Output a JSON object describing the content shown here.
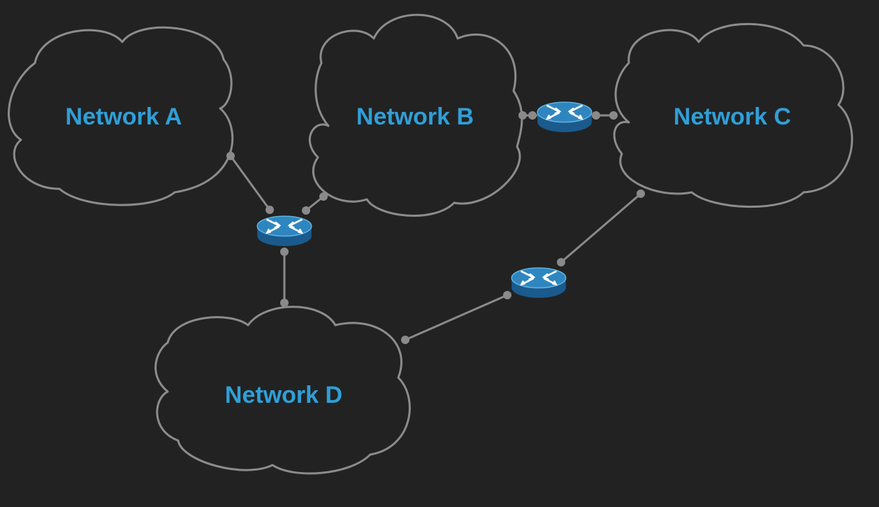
{
  "colors": {
    "background": "#222222",
    "cloud_stroke": "#8c8c8c",
    "link": "#8a8a8a",
    "label": "#2f9fd8",
    "router_top": "#2f86bf",
    "router_side": "#1a5a8c",
    "router_rim": "#5fb2e0",
    "router_arrows": "#ffffff"
  },
  "networks": [
    {
      "id": "a",
      "label": "Network A"
    },
    {
      "id": "b",
      "label": "Network B"
    },
    {
      "id": "c",
      "label": "Network C"
    },
    {
      "id": "d",
      "label": "Network D"
    }
  ],
  "routers": [
    {
      "id": "r1",
      "icon": "router-icon",
      "connects": [
        "a",
        "b",
        "d"
      ]
    },
    {
      "id": "r2",
      "icon": "router-icon",
      "connects": [
        "b",
        "c"
      ]
    },
    {
      "id": "r3",
      "icon": "router-icon",
      "connects": [
        "c",
        "d"
      ]
    }
  ]
}
